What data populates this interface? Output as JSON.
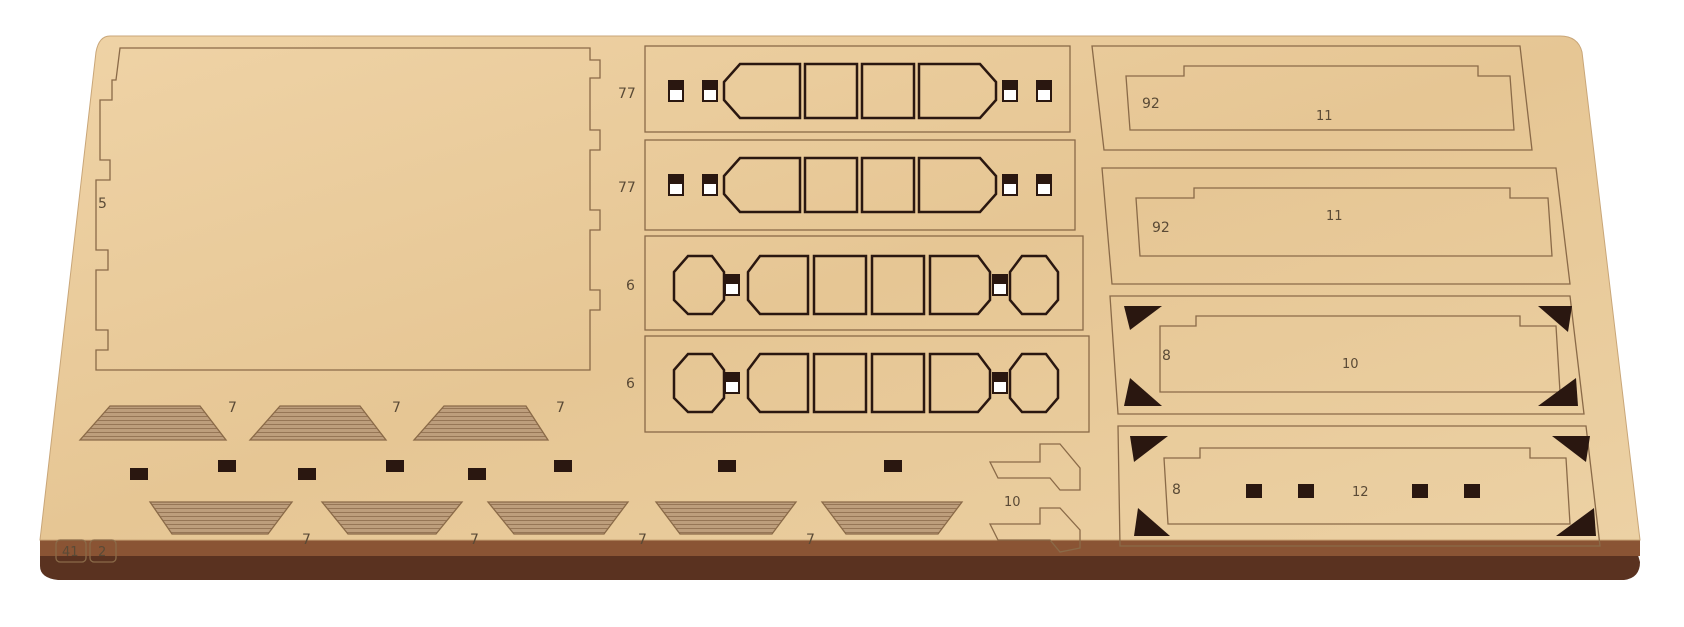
{
  "image": {
    "subject": "laser-cut plywood model kit sheet",
    "colors": {
      "wood": "#e8c99c",
      "wood_light": "#f1d8b0",
      "wood_dark": "#d9b582",
      "edge": "#7a4a2c",
      "edge_dark": "#4e2c18",
      "cut_line": "#8a6a48",
      "hole": "#2a1710",
      "hole_inner": "#ffffff",
      "grille": "#b8997a"
    }
  },
  "labels": {
    "part_5": "5",
    "part_77_a": "77",
    "part_77_b": "77",
    "part_6_a": "6",
    "part_6_b": "6",
    "part_7_top_1": "7",
    "part_7_top_2": "7",
    "part_7_top_3": "7",
    "part_7_bot_1": "7",
    "part_7_bot_2": "7",
    "part_7_bot_3": "7",
    "part_7_bot_4": "7",
    "part_92_a": "92",
    "part_92_b": "92",
    "part_11_a": "11",
    "part_11_b": "11",
    "part_8_a": "8",
    "part_8_b": "8",
    "part_10_a": "10",
    "part_10_b": "10",
    "part_12": "12"
  },
  "sheet_marking": {
    "number": "41",
    "sub": "2"
  }
}
